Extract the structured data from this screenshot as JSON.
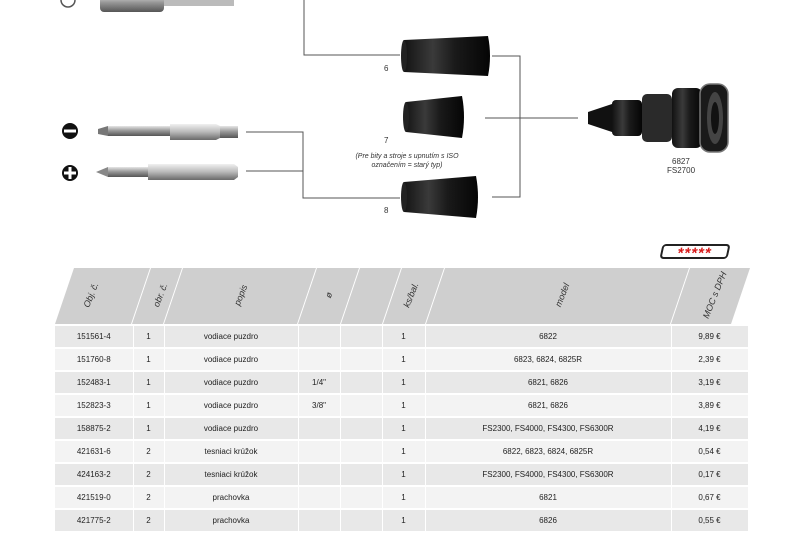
{
  "diagram": {
    "items": [
      {
        "label": "6"
      },
      {
        "label": "7"
      },
      {
        "label": "8"
      }
    ],
    "note": "(Pre bity a stroje s upnutím s ISO označením = starý typ)",
    "tool": {
      "line1": "6827",
      "line2": "FS2700"
    }
  },
  "badge": "*****",
  "table": {
    "headers": [
      "Obj. č.",
      "obr. č.",
      "popis",
      "ø",
      "",
      "ks/bal.",
      "model",
      "MOC s DPH"
    ],
    "rows": [
      [
        "151561-4",
        "1",
        "vodiace puzdro",
        "",
        "",
        "1",
        "6822",
        "9,89 €"
      ],
      [
        "151760-8",
        "1",
        "vodiace puzdro",
        "",
        "",
        "1",
        "6823, 6824, 6825R",
        "2,39 €"
      ],
      [
        "152483-1",
        "1",
        "vodiace puzdro",
        "1/4\"",
        "",
        "1",
        "6821, 6826",
        "3,19 €"
      ],
      [
        "152823-3",
        "1",
        "vodiace puzdro",
        "3/8\"",
        "",
        "1",
        "6821, 6826",
        "3,89 €"
      ],
      [
        "158875-2",
        "1",
        "vodiace puzdro",
        "",
        "",
        "1",
        "FS2300, FS4000, FS4300, FS6300R",
        "4,19 €"
      ],
      [
        "421631-6",
        "2",
        "tesniaci krúžok",
        "",
        "",
        "1",
        "6822, 6823, 6824, 6825R",
        "0,54 €"
      ],
      [
        "424163-2",
        "2",
        "tesniaci krúžok",
        "",
        "",
        "1",
        "FS2300, FS4000, FS4300, FS6300R",
        "0,17 €"
      ],
      [
        "421519-0",
        "2",
        "prachovka",
        "",
        "",
        "1",
        "6821",
        "0,67 €"
      ],
      [
        "421775-2",
        "2",
        "prachovka",
        "",
        "",
        "1",
        "6826",
        "0,55 €"
      ]
    ]
  }
}
